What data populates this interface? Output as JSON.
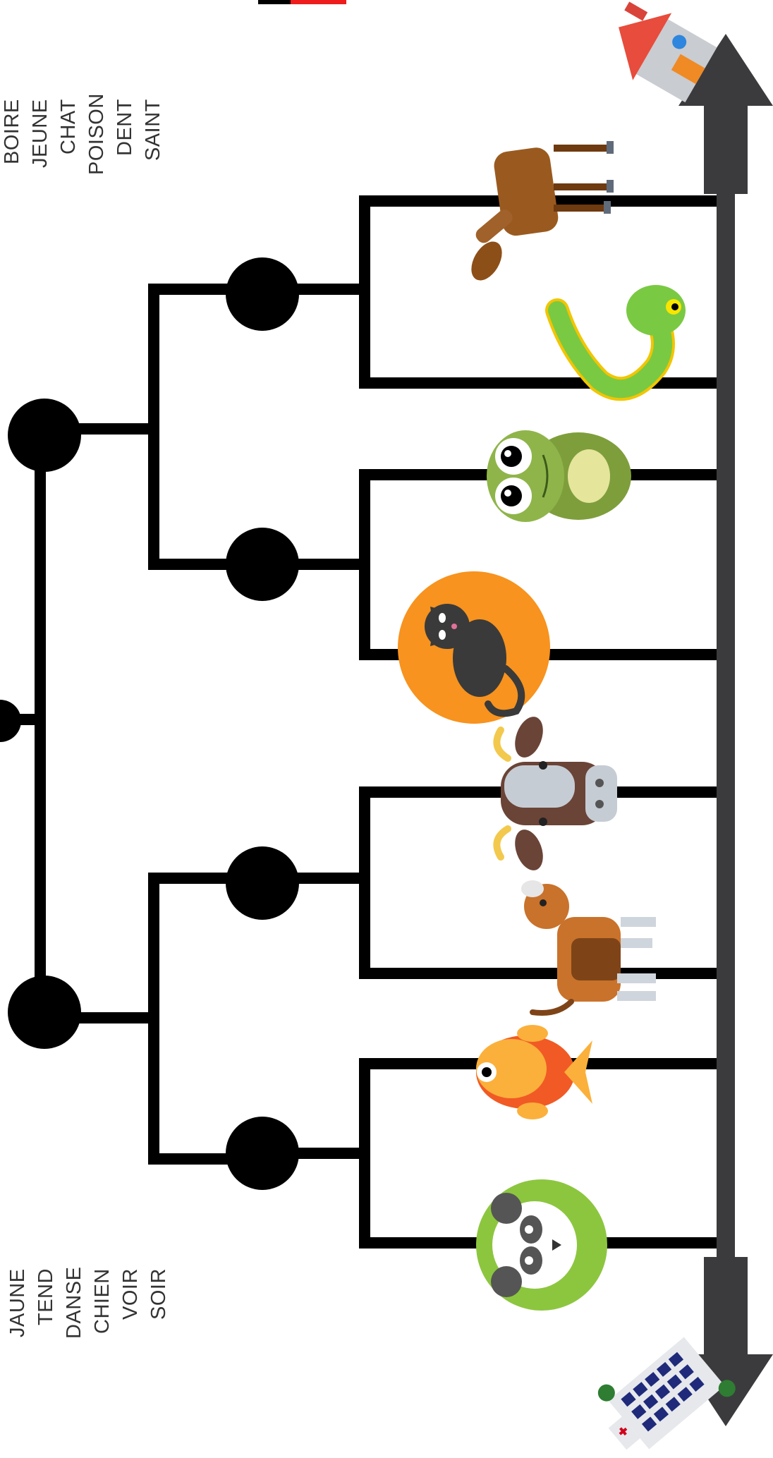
{
  "word_list_top": [
    "BOIRE",
    "JEUNE",
    "CHAT",
    "POISON",
    "DENT",
    "SAINT"
  ],
  "word_list_bottom": [
    "JAUNE",
    "TEND",
    "DANSE",
    "CHIEN",
    "VOIR",
    "SOIR"
  ],
  "flag_colors": [
    "#000000",
    "#ee1c1c"
  ],
  "arrow_color": "#3b3b3d",
  "icons": [
    "house-icon",
    "horse-icon",
    "snake-icon",
    "frog-icon",
    "cat-icon",
    "cow-icon",
    "dog-icon",
    "fish-icon",
    "panda-icon",
    "hospital-icon"
  ]
}
